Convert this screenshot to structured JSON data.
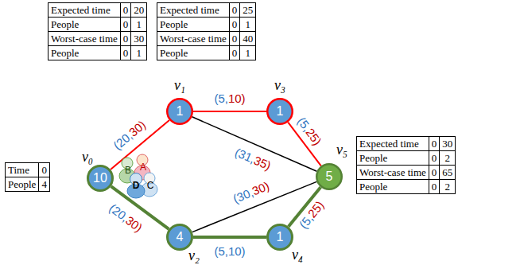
{
  "diagram": {
    "nodes": [
      {
        "text": [
          "v₀",
          "10"
        ]
      },
      {
        "text": [
          "v₁",
          "1"
        ]
      },
      {
        "text": [
          "v₂",
          "4"
        ]
      },
      {
        "text": [
          "v₃",
          "1"
        ]
      },
      {
        "text": [
          "v₄",
          "1"
        ]
      },
      {
        "text": [
          "v₅",
          "5"
        ]
      }
    ],
    "edges": [
      {
        "from": 0,
        "to": 1,
        "arrow": "none",
        "label": "(20,30)"
      },
      {
        "from": 1,
        "to": 3,
        "arrow": "none",
        "label": "(5,10)"
      },
      {
        "from": 3,
        "to": 5,
        "arrow": "none",
        "label": "(5,25)"
      },
      {
        "from": 1,
        "to": 5,
        "arrow": "none",
        "label": "(31,35)"
      },
      {
        "from": 0,
        "to": 2,
        "arrow": "none",
        "label": "(20,30)"
      },
      {
        "from": 2,
        "to": 5,
        "arrow": "none",
        "label": "(30,30)"
      },
      {
        "from": 2,
        "to": 4,
        "arrow": "none",
        "label": "(5,10)"
      },
      {
        "from": 4,
        "to": 5,
        "arrow": "none",
        "label": "(5,25)"
      }
    ],
    "labels": [
      "Expected time",
      "0",
      "20",
      "People",
      "0",
      "1",
      "Worst-case time",
      "0",
      "30",
      "People",
      "0",
      "1",
      "Expected time",
      "0",
      "25",
      "People",
      "0",
      "1",
      "Worst-case time",
      "0",
      "40",
      "People",
      "0",
      "1",
      "Time",
      "0",
      "People",
      "4",
      "Expected time",
      "0",
      "30",
      "People",
      "0",
      "2",
      "Worst-case time",
      "0",
      "65",
      "People",
      "0",
      "2",
      "A",
      "B",
      "C",
      "D"
    ]
  }
}
